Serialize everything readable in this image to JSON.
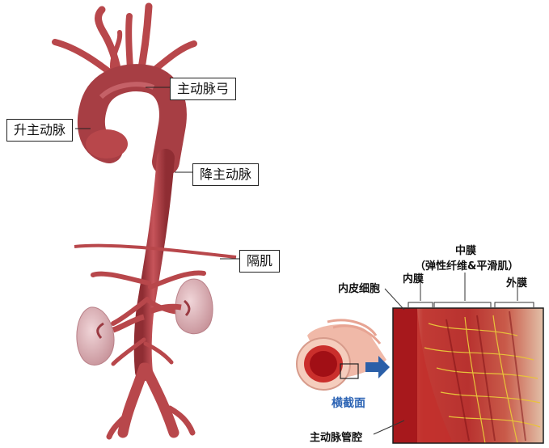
{
  "aorta_labels": {
    "arch": "主动脉弓",
    "ascending": "升主动脉",
    "descending": "降主动脉",
    "diaphragm": "隔肌"
  },
  "cross_section": {
    "media_title": "中膜",
    "media_sub": "（弹性纤维&平滑肌）",
    "intima": "内膜",
    "adventitia": "外膜",
    "endothelium": "内皮细胞",
    "section_label": "横截面",
    "lumen": "主动脉管腔"
  },
  "colors": {
    "vessel": "#b8474b",
    "vessel_dark": "#8f2d33",
    "kidney": "#d8a8ad",
    "arrow_blue": "#2b5fa8",
    "wall_red": "#c83a36",
    "fiber_yellow": "#e8c33a"
  }
}
